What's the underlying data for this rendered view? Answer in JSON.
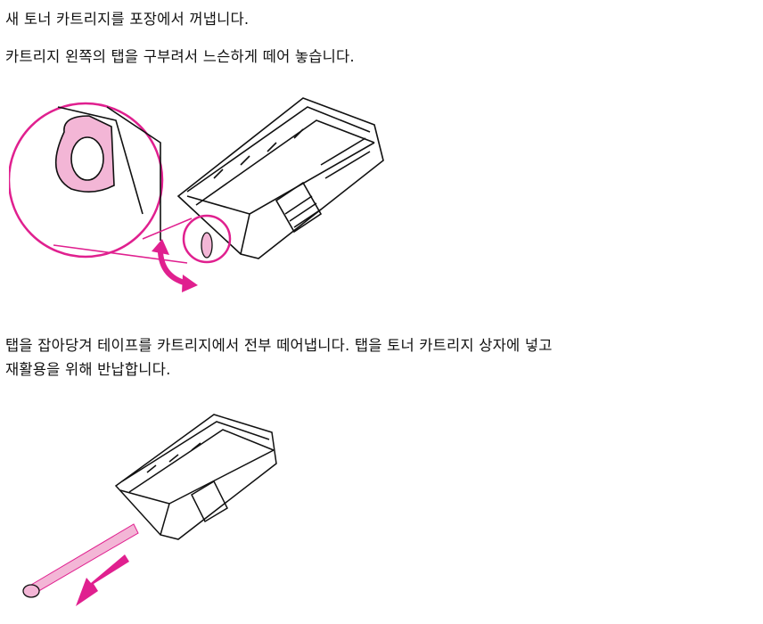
{
  "steps": {
    "step1": "새 토너 카트리지를 포장에서 꺼냅니다.",
    "step2": "카트리지 왼쪽의 탭을 구부려서 느슨하게 떼어 놓습니다.",
    "step3_line1": "탭을 잡아당겨 테이프를 카트리지에서 전부 떼어냅니다. 탭을 토너 카트리지 상자에 넣고",
    "step3_line2": "재활용을 위해 반납합니다."
  },
  "colors": {
    "accent": "#e0208f",
    "tab_fill": "#f3b6d6"
  }
}
